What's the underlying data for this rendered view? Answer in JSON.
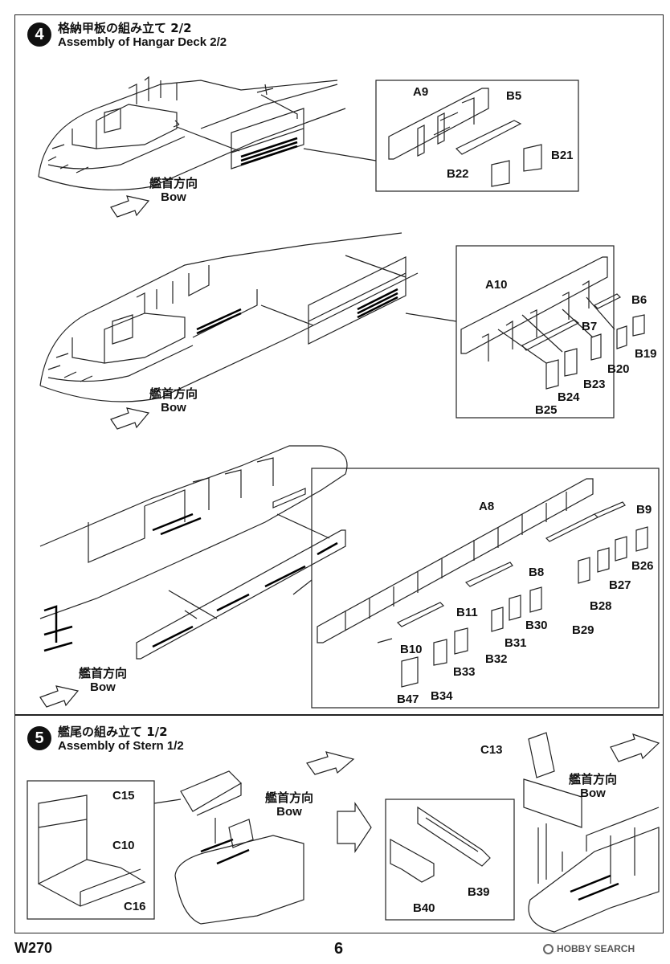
{
  "step4": {
    "number": "4",
    "title_jp": "格納甲板の組み立て 2/2",
    "title_en": "Assembly of Hangar Deck 2/2"
  },
  "step5": {
    "number": "5",
    "title_jp": "艦尾の組み立て 1/2",
    "title_en": "Assembly of Stern 1/2"
  },
  "bow": {
    "jp": "艦首方向",
    "en": "Bow"
  },
  "parts": {
    "a9": "A9",
    "b5": "B5",
    "b21": "B21",
    "b22": "B22",
    "a10": "A10",
    "b6": "B6",
    "b7": "B7",
    "b19": "B19",
    "b20": "B20",
    "b23": "B23",
    "b24": "B24",
    "b25": "B25",
    "a8": "A8",
    "b9": "B9",
    "b26": "B26",
    "b27": "B27",
    "b28": "B28",
    "b29": "B29",
    "b8": "B8",
    "b30": "B30",
    "b11": "B11",
    "b31": "B31",
    "b32": "B32",
    "b10": "B10",
    "b33": "B33",
    "b34": "B34",
    "b47": "B47",
    "c15": "C15",
    "c10": "C10",
    "c16": "C16",
    "c13": "C13",
    "b39": "B39",
    "b40": "B40"
  },
  "footer": {
    "code": "W270",
    "page": "6",
    "watermark": "HOBBY SEARCH"
  }
}
